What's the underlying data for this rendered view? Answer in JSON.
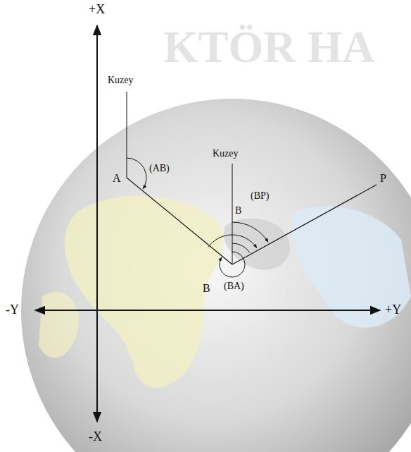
{
  "diagram": {
    "labels": [
      "+X",
      "-X",
      "-Y",
      "+Y",
      "Kuzey",
      "Kuzey",
      "A",
      "(AB)",
      "B",
      "(BP)",
      "B",
      "(BA)",
      "P",
      "KTÖR HA"
    ]
  }
}
